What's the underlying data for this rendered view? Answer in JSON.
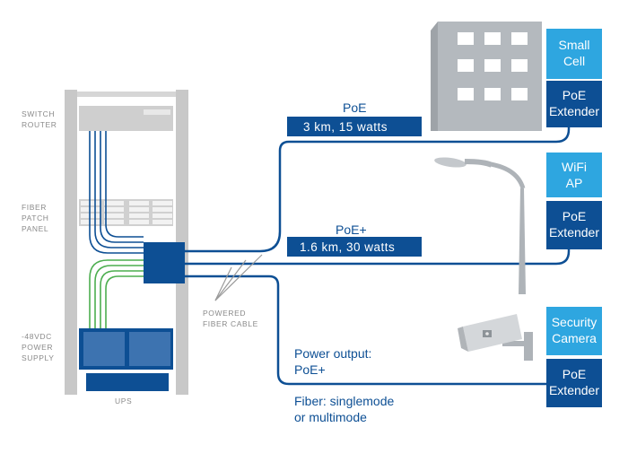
{
  "colors": {
    "dark_blue": "#0d4f94",
    "light_blue": "#2ea6e0",
    "rack_gray": "#c8c8c8",
    "green": "#4cae4f",
    "label_gray": "#8a8a8a"
  },
  "rack_labels": {
    "switch": [
      "SWITCH",
      "ROUTER"
    ],
    "patch": [
      "FIBER",
      "PATCH",
      "PANEL"
    ],
    "power": [
      "-48VDC",
      "POWER",
      "SUPPLY"
    ],
    "ups": "UPS"
  },
  "cable_label": [
    "POWERED",
    "FIBER CABLE"
  ],
  "links": {
    "top": "3 km, 15 watts",
    "mid": "1.6 km, 30 watts"
  },
  "standards": {
    "top": "PoE",
    "mid": "PoE+"
  },
  "devices": {
    "small_cell": [
      "Small",
      "Cell"
    ],
    "wifi": [
      "WiFi",
      "AP"
    ],
    "camera": [
      "Security",
      "Camera"
    ]
  },
  "extender": [
    "PoE",
    "Extender"
  ],
  "power_output": [
    "Power output:",
    "PoE+"
  ],
  "fiber": [
    "Fiber: singlemode",
    "or multimode"
  ]
}
